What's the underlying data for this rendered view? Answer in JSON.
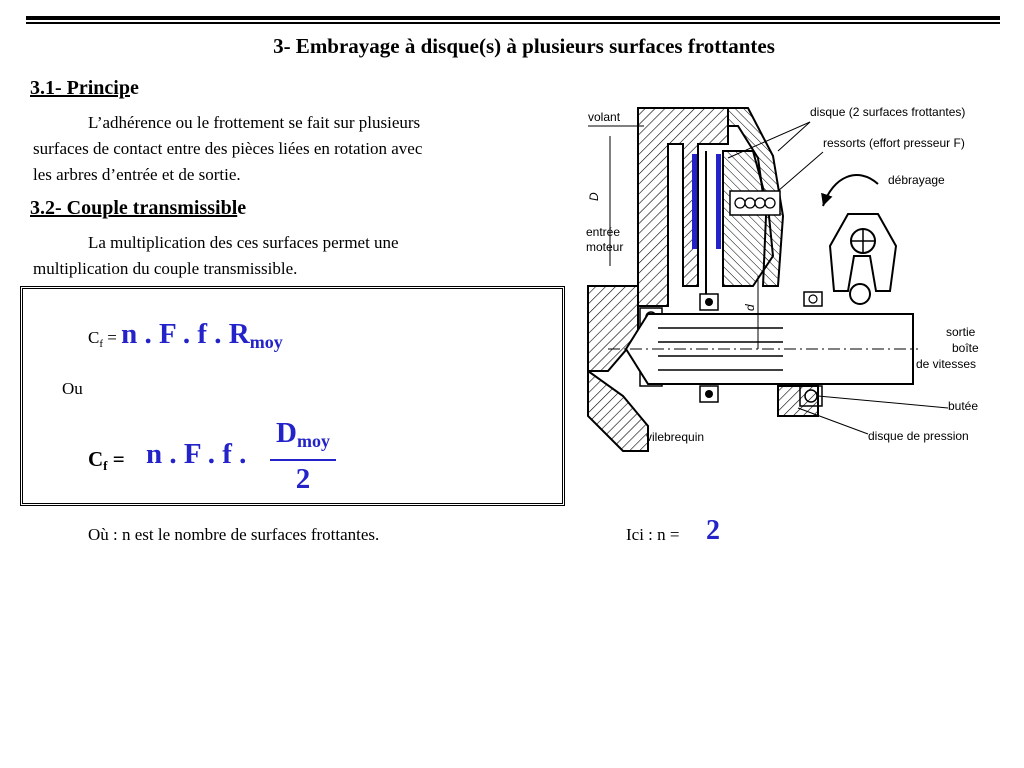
{
  "slide": {
    "title": "3- Embrayage à disque(s) à plusieurs surfaces frottantes"
  },
  "section1": {
    "heading_u": "3.1- Princip",
    "heading_rest": "e",
    "para_line1": "L’adhérence ou le frottement se fait sur plusieurs",
    "para_line2": "surfaces de contact entre des pièces liées en rotation avec",
    "para_line3": "les arbres d’entrée et de sortie."
  },
  "section2": {
    "heading_u": "3.2- Couple transmissibl",
    "heading_rest": "e",
    "para_line1": "La multiplication des ces surfaces permet une",
    "para_line2": "multiplication du couple transmissible."
  },
  "formula1": {
    "c": "C",
    "c_sub": "f",
    "eq": " = ",
    "expr": "n . F . f . R",
    "expr_sub": "moy"
  },
  "or_label": "Ou",
  "formula2": {
    "c": "C",
    "c_sub": "f",
    "eq": " = ",
    "expr": "n . F . f .",
    "numerator": "D",
    "numerator_sub": "moy",
    "denominator": "2"
  },
  "footer": {
    "where_text": "Où : n est le nombre de surfaces frottantes.",
    "here_label": "Ici : n = ",
    "here_value": "2"
  },
  "diagram": {
    "labels": {
      "volant": "volant",
      "disque": "disque (2 surfaces frottantes)",
      "ressorts": "ressorts (effort presseur F)",
      "debrayage": "débrayage",
      "d_big": "D",
      "entree_1": "entrée",
      "entree_2": "moteur",
      "d_small": "d",
      "sortie_1": "sortie",
      "sortie_2": "boîte",
      "sortie_3": "de vitesses",
      "butee": "butée",
      "vilebrequin": "vilebrequin",
      "disque_pression": "disque de pression"
    },
    "colors": {
      "friction_disc": "#2323c9",
      "formula_blue": "#2323c9"
    }
  }
}
